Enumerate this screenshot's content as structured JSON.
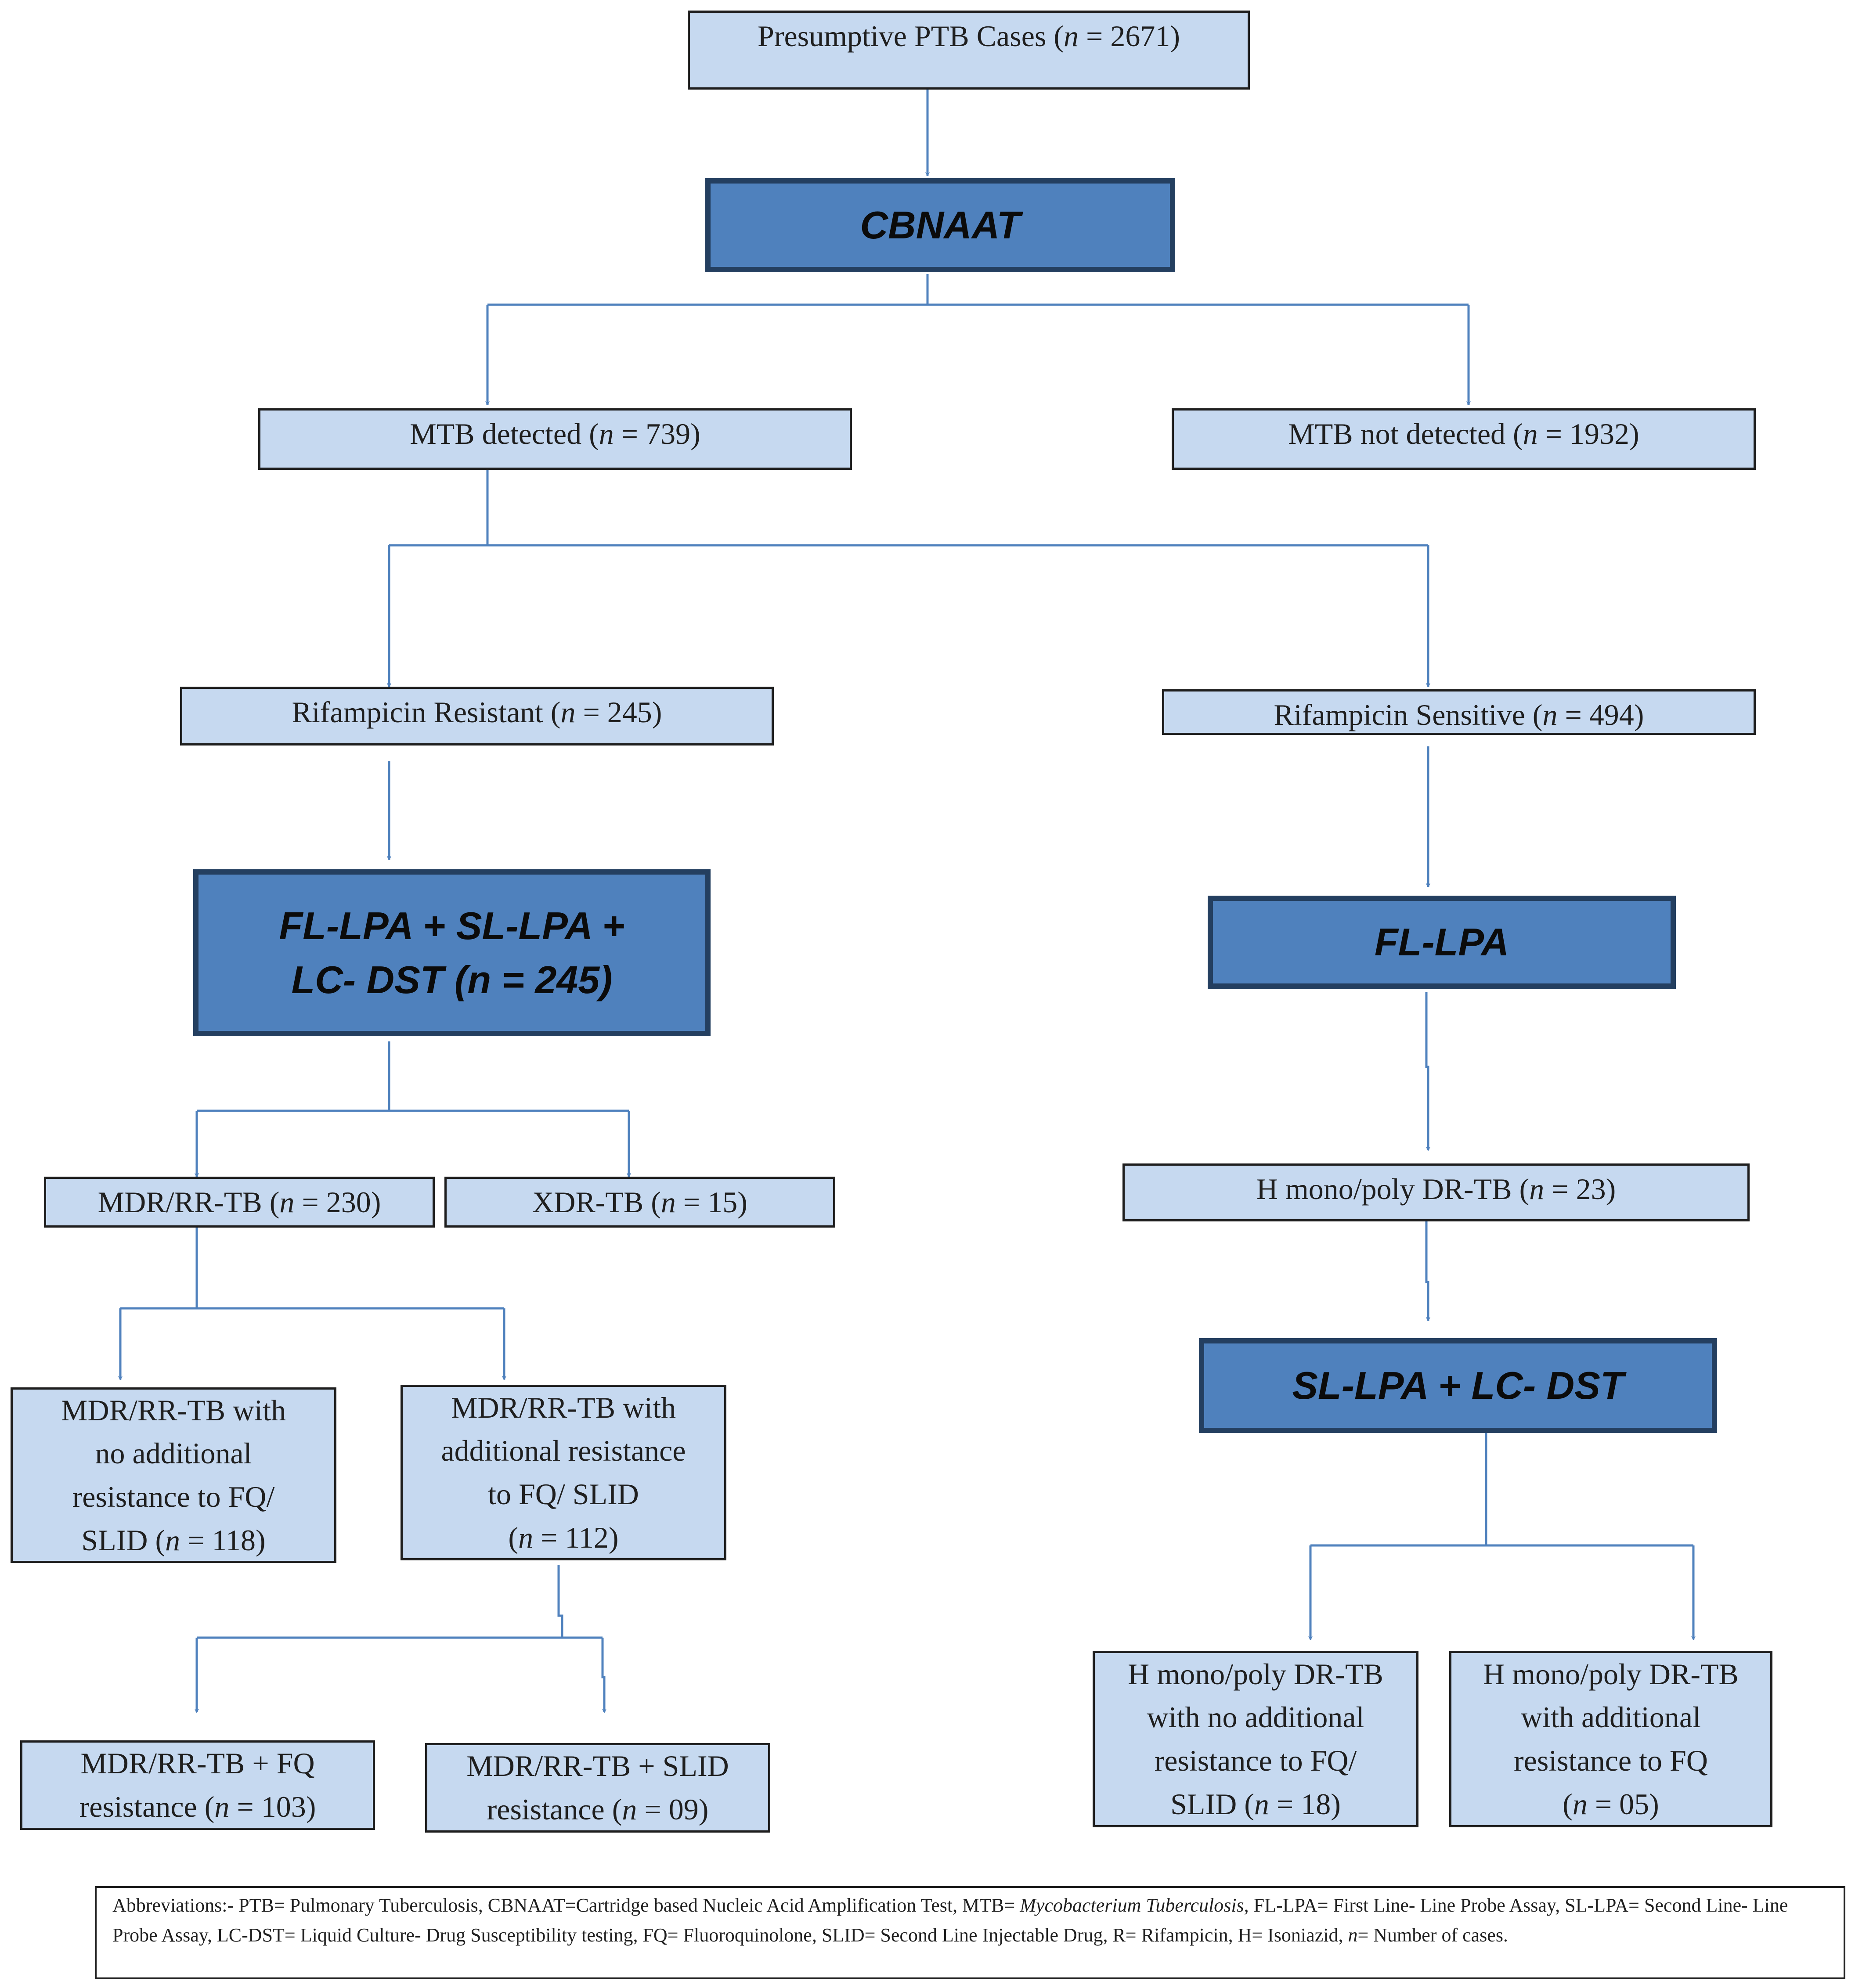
{
  "nodes": {
    "presumptive": {
      "text": "Presumptive PTB Cases (",
      "n": "n",
      "count": " = 2671)"
    },
    "cbnaat": {
      "label": "CBNAAT"
    },
    "mtb_detected": {
      "text": "MTB detected   (",
      "n": "n",
      "count": " = 739)"
    },
    "mtb_not_detected": {
      "text": "MTB not detected   (",
      "n": "n",
      "count": " = 1932)"
    },
    "rif_resistant": {
      "text": "Rifampicin Resistant   (",
      "n": "n",
      "count": " = 245)"
    },
    "rif_sensitive": {
      "text": "Rifampicin Sensitive   (",
      "n": "n",
      "count": " = 494)"
    },
    "fl_sl_lc": {
      "line1": "FL-LPA + SL-LPA +",
      "line2": "LC- DST (n = 245)"
    },
    "fl_lpa": {
      "label": "FL-LPA"
    },
    "mdr_rr": {
      "text": "MDR/RR-TB   (",
      "n": "n",
      "count": " = 230)"
    },
    "xdr": {
      "text": "XDR-TB   (",
      "n": "n",
      "count": " = 15)"
    },
    "h_mono": {
      "text": "H mono/poly DR-TB   (",
      "n": "n",
      "count": " = 23)"
    },
    "sl_lc": {
      "label": "SL-LPA + LC- DST"
    },
    "mdr_no_add": {
      "line1": "MDR/RR-TB  with",
      "line2": "no additional",
      "line3": "resistance to FQ/",
      "line4": "SLID (",
      "n": "n",
      "count": " = 118)"
    },
    "mdr_add": {
      "line1": "MDR/RR-TB  with",
      "line2": "additional resistance",
      "line3": "to FQ/ SLID",
      "line4": "(",
      "n": "n",
      "count": " = 112)"
    },
    "mdr_fq": {
      "line1": "MDR/RR-TB + FQ",
      "line2": "resistance (",
      "n": "n",
      "count": " = 103)"
    },
    "mdr_slid": {
      "line1": "MDR/RR-TB + SLID",
      "line2": "resistance (",
      "n": "n",
      "count": " = 09)"
    },
    "h_no_add": {
      "line1": "H mono/poly DR-TB",
      "line2": "with no additional",
      "line3": "resistance to FQ/",
      "line4": "SLID (",
      "n": "n",
      "count": " = 18)"
    },
    "h_add": {
      "line1": "H mono/poly DR-TB",
      "line2": "with additional",
      "line3": "resistance to FQ",
      "line4": "(",
      "n": "n",
      "count": " = 05)"
    }
  },
  "abbreviations": {
    "part1": "Abbreviations:- PTB= Pulmonary Tuberculosis, CBNAAT=Cartridge based Nucleic Acid Amplification Test,  MTB= ",
    "mtb_italic": "Mycobacterium Tuberculosis",
    "part2": ", FL-LPA= First Line- Line Probe Assay, SL-LPA= Second Line- Line Probe Assay,  LC-DST=  Liquid Culture- Drug Susceptibility testing, FQ= Fluoroquinolone, SLID= Second Line Injectable Drug, R= Rifampicin, H= Isoniazid, ",
    "n_italic": "n",
    "part3": "= Number of cases."
  },
  "colors": {
    "box_fill": "#c6d9f0",
    "method_fill": "#4f81bd",
    "method_border": "#243f60",
    "connector": "#4f81bd"
  }
}
